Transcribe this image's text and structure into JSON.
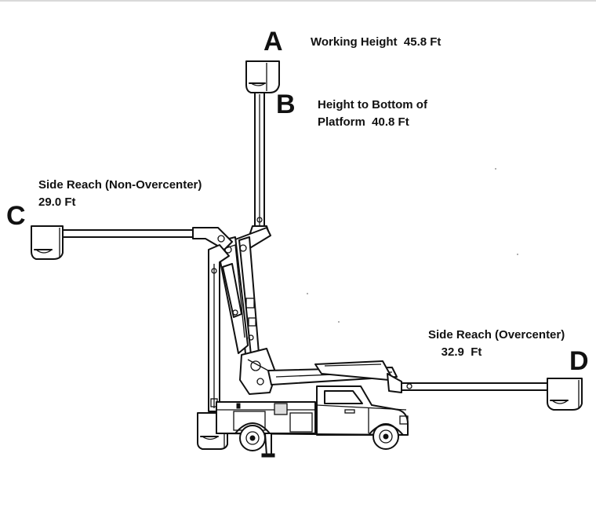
{
  "points": {
    "A": {
      "letter": "A",
      "text": "Working Height  45.8 Ft"
    },
    "B": {
      "letter": "B",
      "text": "Height to Bottom of\nPlatform  40.8 Ft"
    },
    "C": {
      "letter": "C",
      "text": "Side Reach (Non-Overcenter)\n29.0 Ft"
    },
    "D": {
      "letter": "D",
      "text": "Side Reach (Overcenter)\n    32.9  Ft"
    }
  }
}
